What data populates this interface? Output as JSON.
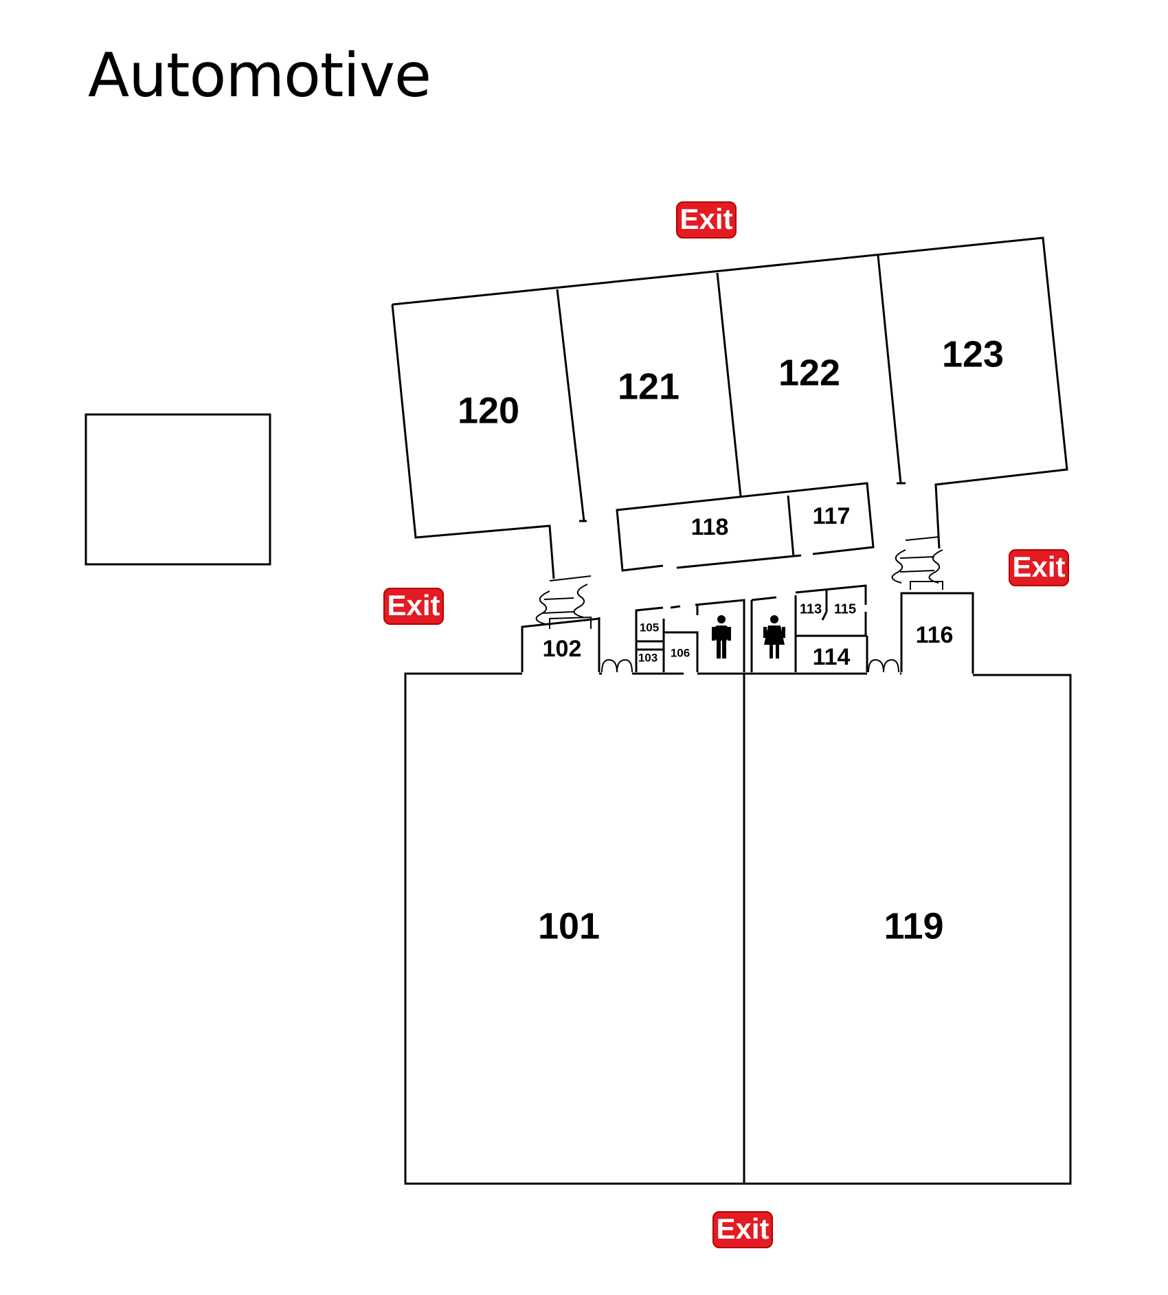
{
  "title": "Automotive",
  "colors": {
    "exit_sign": "#e31b23",
    "walls": "#000000",
    "background": "#ffffff"
  },
  "exit_label": "Exit",
  "rooms": {
    "r101": "101",
    "r102": "102",
    "r103": "103",
    "r105": "105",
    "r106": "106",
    "r113": "113",
    "r114": "114",
    "r115": "115",
    "r116": "116",
    "r117": "117",
    "r118": "118",
    "r119": "119",
    "r120": "120",
    "r121": "121",
    "r122": "122",
    "r123": "123"
  },
  "icons": {
    "mens_restroom": "mens-restroom-icon",
    "womens_restroom": "womens-restroom-icon",
    "stairs": "stairs-icon",
    "door": "double-door-icon"
  }
}
